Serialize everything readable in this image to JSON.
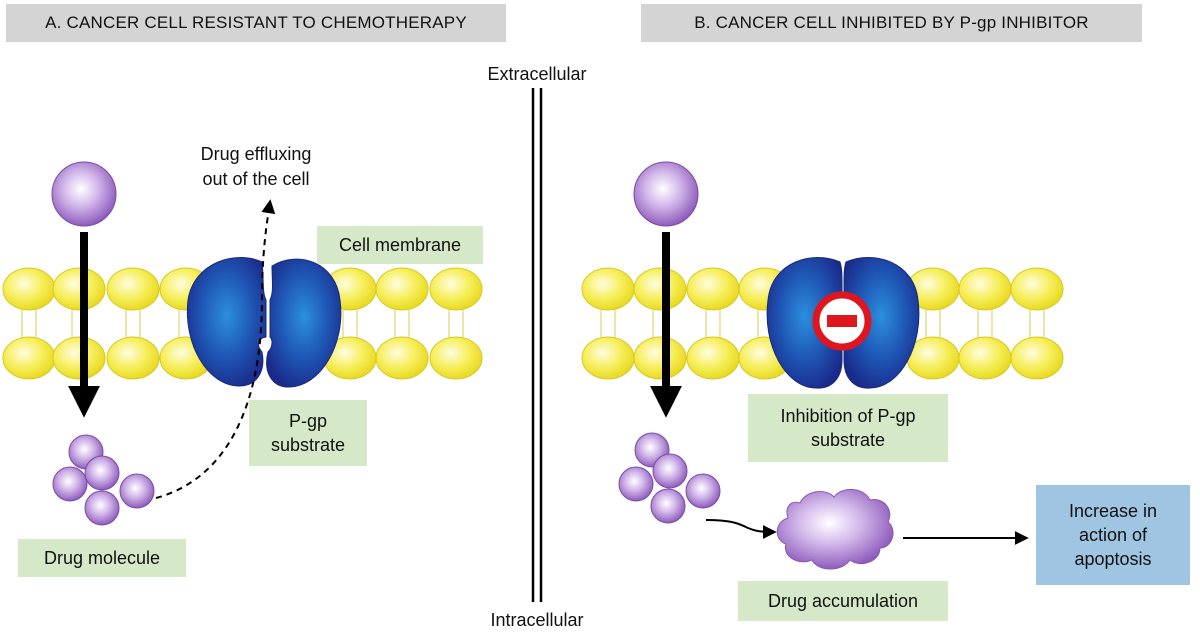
{
  "panels": {
    "a_title": "A. CANCER CELL RESISTANT TO CHEMOTHERAPY",
    "b_title": "B. CANCER CELL INHIBITED BY P-gp INHIBITOR"
  },
  "divider": {
    "top_label": "Extracellular",
    "bottom_label": "Intracellular"
  },
  "panel_a": {
    "efflux_line1": "Drug effluxing",
    "efflux_line2": "out of the cell",
    "membrane_label": "Cell membrane",
    "pgp_line1": "P-gp",
    "pgp_line2": "substrate",
    "drug_label": "Drug molecule"
  },
  "panel_b": {
    "inhibition_line1": "Inhibition of P-gp",
    "inhibition_line2": "substrate",
    "accumulation_label": "Drug accumulation",
    "apoptosis_line1": "Increase in",
    "apoptosis_line2": "action of",
    "apoptosis_line3": "apoptosis"
  },
  "colors": {
    "lipid": "#f4ea3c",
    "pgp": "#23379a",
    "drug": "#a371c9",
    "inhibitor_ring": "#e0161e",
    "label_green": "#d5e8c7",
    "label_blue": "#9fc5e3"
  }
}
